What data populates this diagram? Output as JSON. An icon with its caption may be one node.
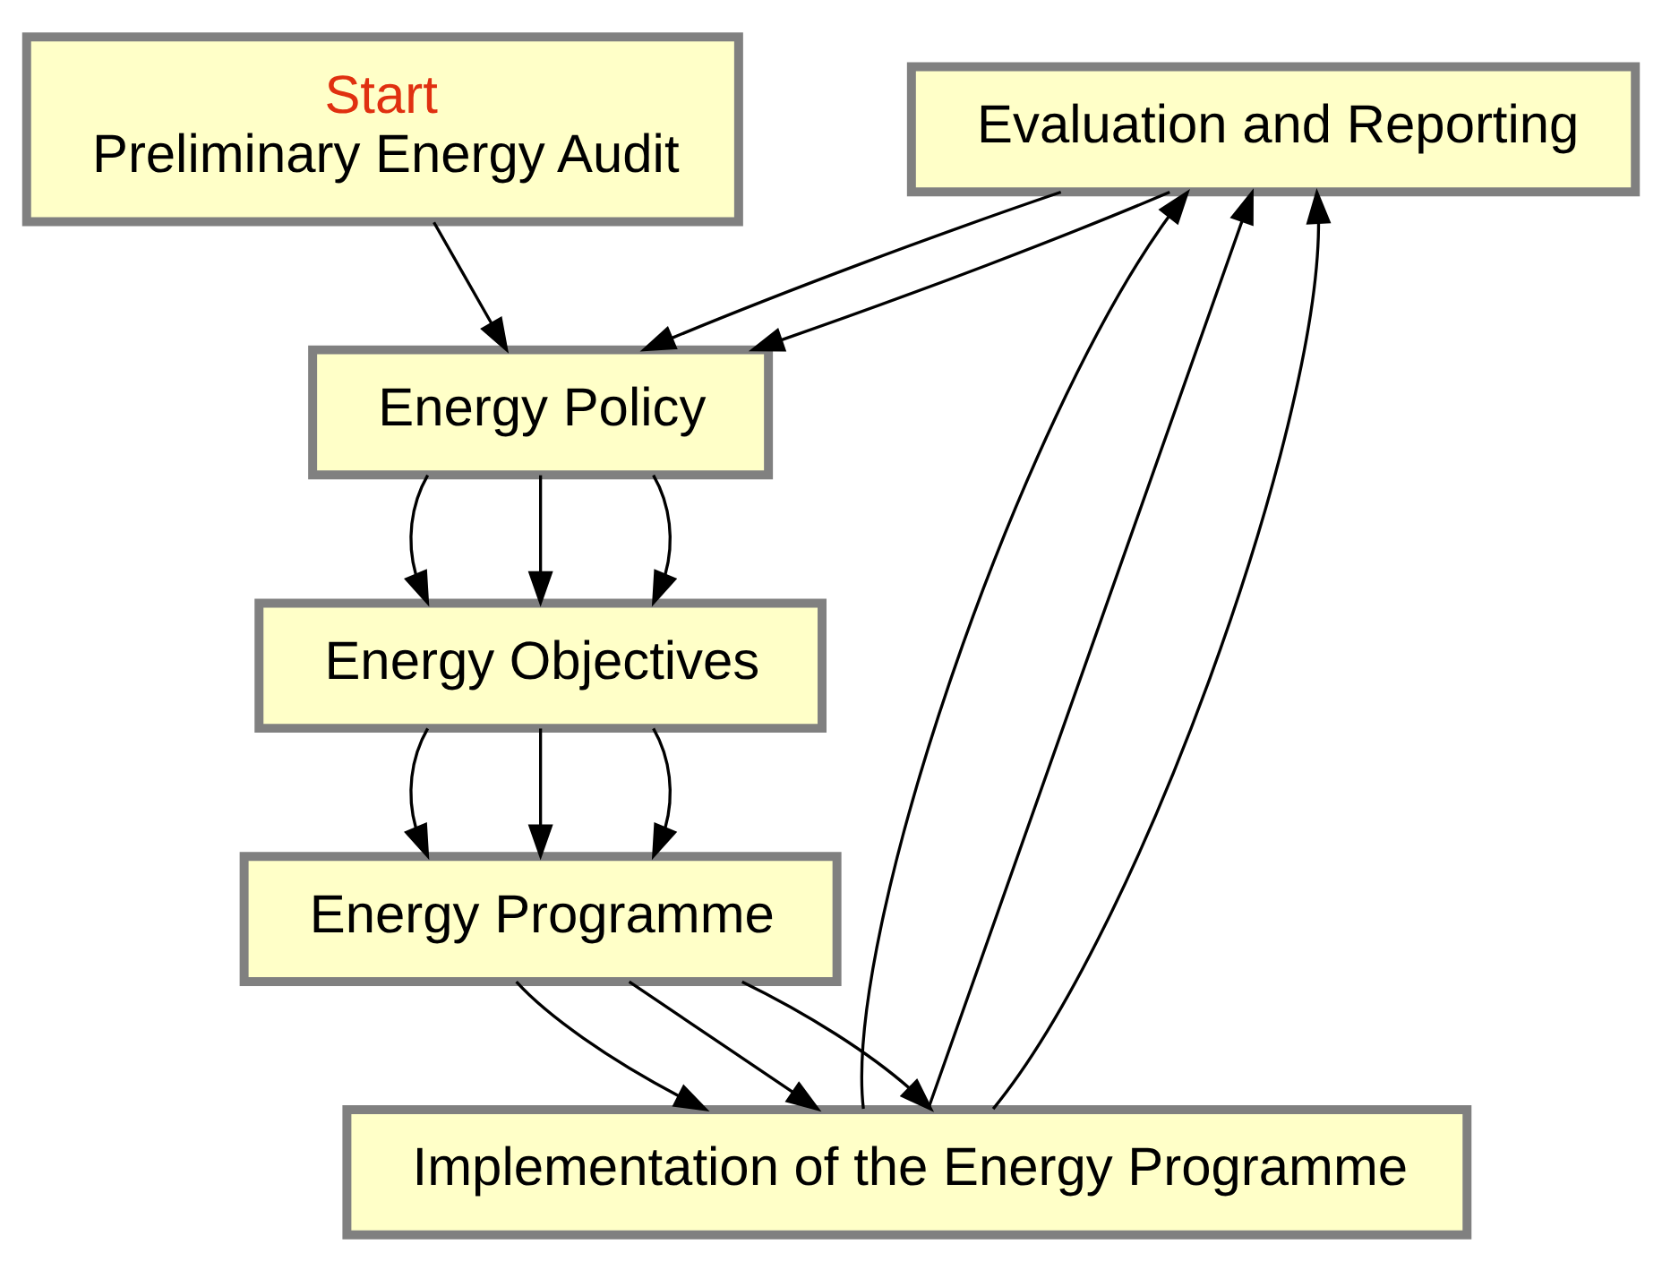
{
  "diagram": {
    "nodes": [
      {
        "text": [
          "Evaluation and Reporting"
        ]
      },
      {
        "text": [
          "Start",
          "Preliminary Energy Audit"
        ]
      },
      {
        "text": [
          "Implementation of the Energy Programme"
        ]
      },
      {
        "text": [
          "Energy Policy"
        ]
      },
      {
        "text": [
          "Energy Objectives"
        ]
      },
      {
        "text": [
          "Energy Programme"
        ]
      }
    ],
    "edges": [
      {
        "from": 0,
        "to": 3,
        "arrow": "to"
      },
      {
        "from": 0,
        "to": 3,
        "arrow": "to"
      },
      {
        "from": 1,
        "to": 3,
        "arrow": "to"
      },
      {
        "from": 3,
        "to": 4,
        "arrow": "to"
      },
      {
        "from": 3,
        "to": 4,
        "arrow": "to"
      },
      {
        "from": 3,
        "to": 4,
        "arrow": "to"
      },
      {
        "from": 4,
        "to": 5,
        "arrow": "to"
      },
      {
        "from": 4,
        "to": 5,
        "arrow": "to"
      },
      {
        "from": 4,
        "to": 5,
        "arrow": "to"
      },
      {
        "from": 5,
        "to": 2,
        "arrow": "to"
      },
      {
        "from": 5,
        "to": 2,
        "arrow": "to"
      },
      {
        "from": 5,
        "to": 2,
        "arrow": "to"
      },
      {
        "from": 2,
        "to": 0,
        "arrow": "to"
      },
      {
        "from": 2,
        "to": 0,
        "arrow": "to"
      },
      {
        "from": 2,
        "to": 0,
        "arrow": "to"
      }
    ]
  }
}
